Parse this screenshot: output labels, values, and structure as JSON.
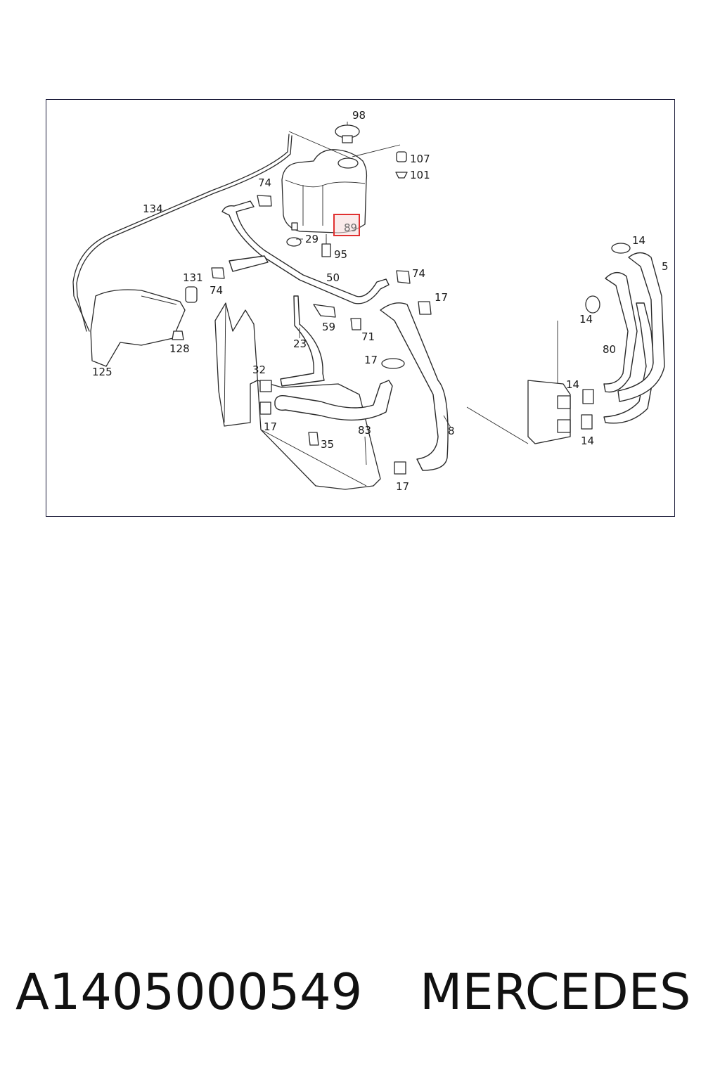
{
  "diagram": {
    "callouts": {
      "c98": "98",
      "c107": "107",
      "c101": "101",
      "c74a": "74",
      "c89": "89",
      "c134": "134",
      "c29": "29",
      "c95": "95",
      "c131": "131",
      "c74b": "74",
      "c50": "50",
      "c74c": "74",
      "c17a": "17",
      "c14a": "14",
      "c5": "5",
      "c14b": "14",
      "c59": "59",
      "c71": "71",
      "c23": "23",
      "c128": "128",
      "c125": "125",
      "c32": "32",
      "c17b": "17",
      "c80": "80",
      "c14c": "14",
      "c17c": "17",
      "c83": "83",
      "c8": "8",
      "c35": "35",
      "c14d": "14",
      "c17d": "17"
    },
    "highlighted_callout": "89",
    "highlight_color": "#e03030"
  },
  "footer": {
    "part_number": "A1405000549",
    "brand": "MERCEDES"
  }
}
